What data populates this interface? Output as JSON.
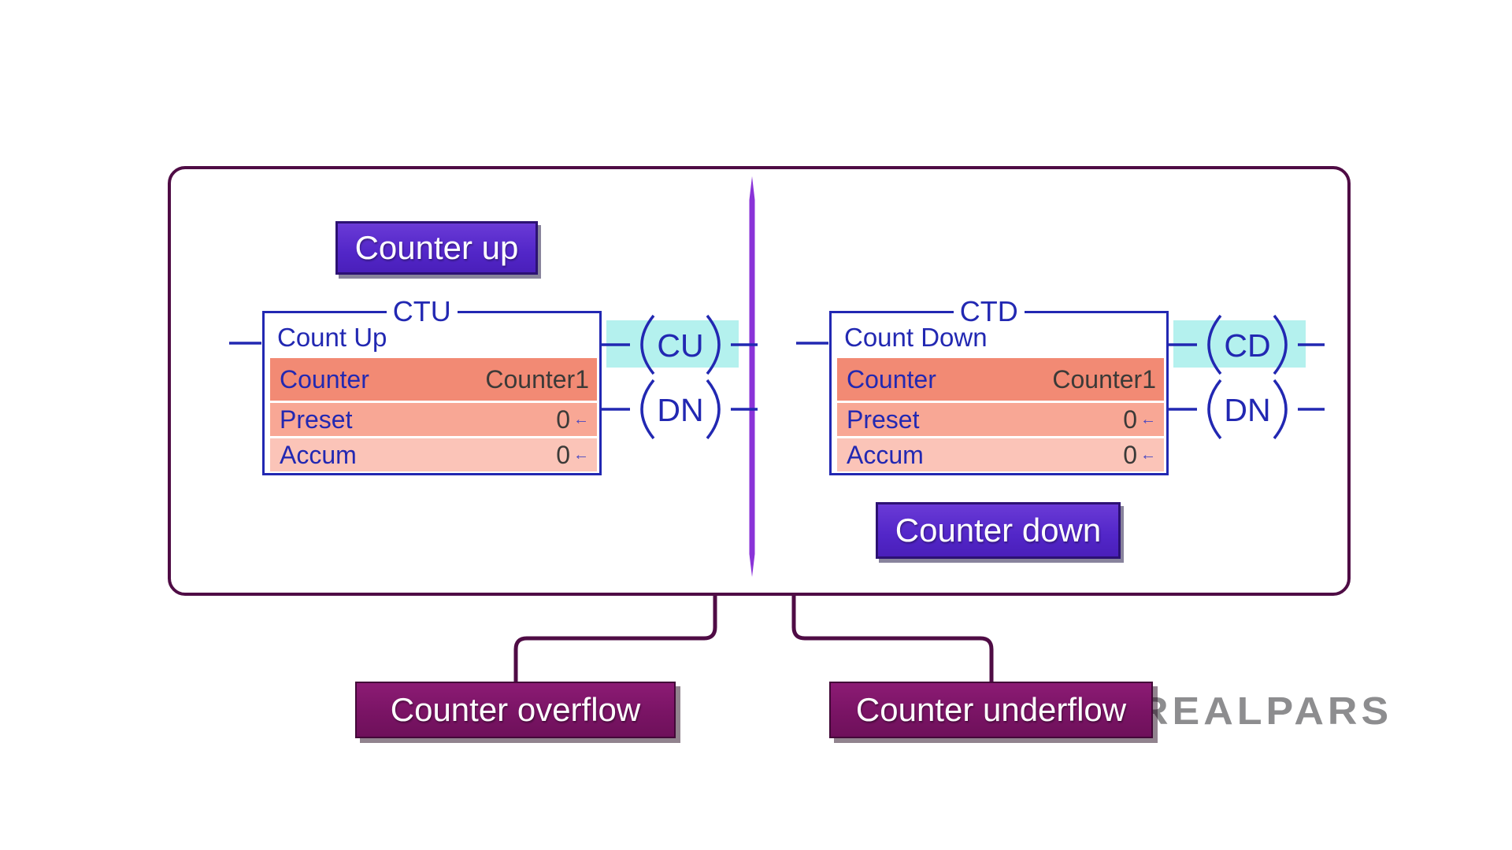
{
  "left_rung": {
    "button_label": "Counter up",
    "block": {
      "title": "CTU",
      "instruction": "Count Up",
      "rows": [
        {
          "label": "Counter",
          "value": "Counter1",
          "arrow": ""
        },
        {
          "label": "Preset",
          "value": "0",
          "arrow": "←"
        },
        {
          "label": "Accum",
          "value": "0",
          "arrow": "←"
        }
      ]
    },
    "coils": [
      {
        "name": "CU",
        "highlighted": true
      },
      {
        "name": "DN",
        "highlighted": false
      }
    ]
  },
  "right_rung": {
    "button_label": "Counter down",
    "block": {
      "title": "CTD",
      "instruction": "Count Down",
      "rows": [
        {
          "label": "Counter",
          "value": "Counter1",
          "arrow": ""
        },
        {
          "label": "Preset",
          "value": "0",
          "arrow": "←"
        },
        {
          "label": "Accum",
          "value": "0",
          "arrow": "←"
        }
      ]
    },
    "coils": [
      {
        "name": "CD",
        "highlighted": true
      },
      {
        "name": "DN",
        "highlighted": false
      }
    ]
  },
  "bottom": {
    "overflow_label": "Counter overflow",
    "underflow_label": "Counter underflow"
  },
  "logo_text": "REALPARS",
  "colors": {
    "frame_border": "#4f0c45",
    "divider_purple": "#8a33d8",
    "ladder_blue": "#2228b2",
    "row_counter": "#f28a74",
    "row_preset": "#f8a795",
    "row_accum": "#fbc4b8",
    "coil_highlight": "#b4f1ee",
    "button_purple": "#5226c8",
    "label_magenta": "#7a1465",
    "logo_gray": "#8d8d8f",
    "value_text": "#3b3a38"
  }
}
